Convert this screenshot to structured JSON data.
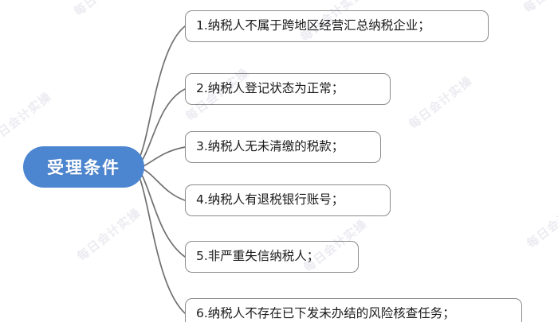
{
  "diagram": {
    "type": "mindmap",
    "title": "受理条件",
    "root": {
      "label": "受理条件",
      "fill_color": "#4d86d0",
      "text_color": "#ffffff"
    },
    "branch_border_color": "#8c8c8c",
    "connector_color": "#6f6f6f",
    "branches": [
      {
        "label": "1.纳税人不属于跨地区经营汇总纳税企业；"
      },
      {
        "label": "2.纳税人登记状态为正常；"
      },
      {
        "label": "3.纳税人无未清缴的税款；"
      },
      {
        "label": "4.纳税人有退税银行账号；"
      },
      {
        "label": "5.非严重失信纳税人；"
      },
      {
        "label": "6.纳税人不存在已下发未办结的风险核查任务；"
      }
    ]
  },
  "watermark": {
    "text": "每日会计实操"
  }
}
